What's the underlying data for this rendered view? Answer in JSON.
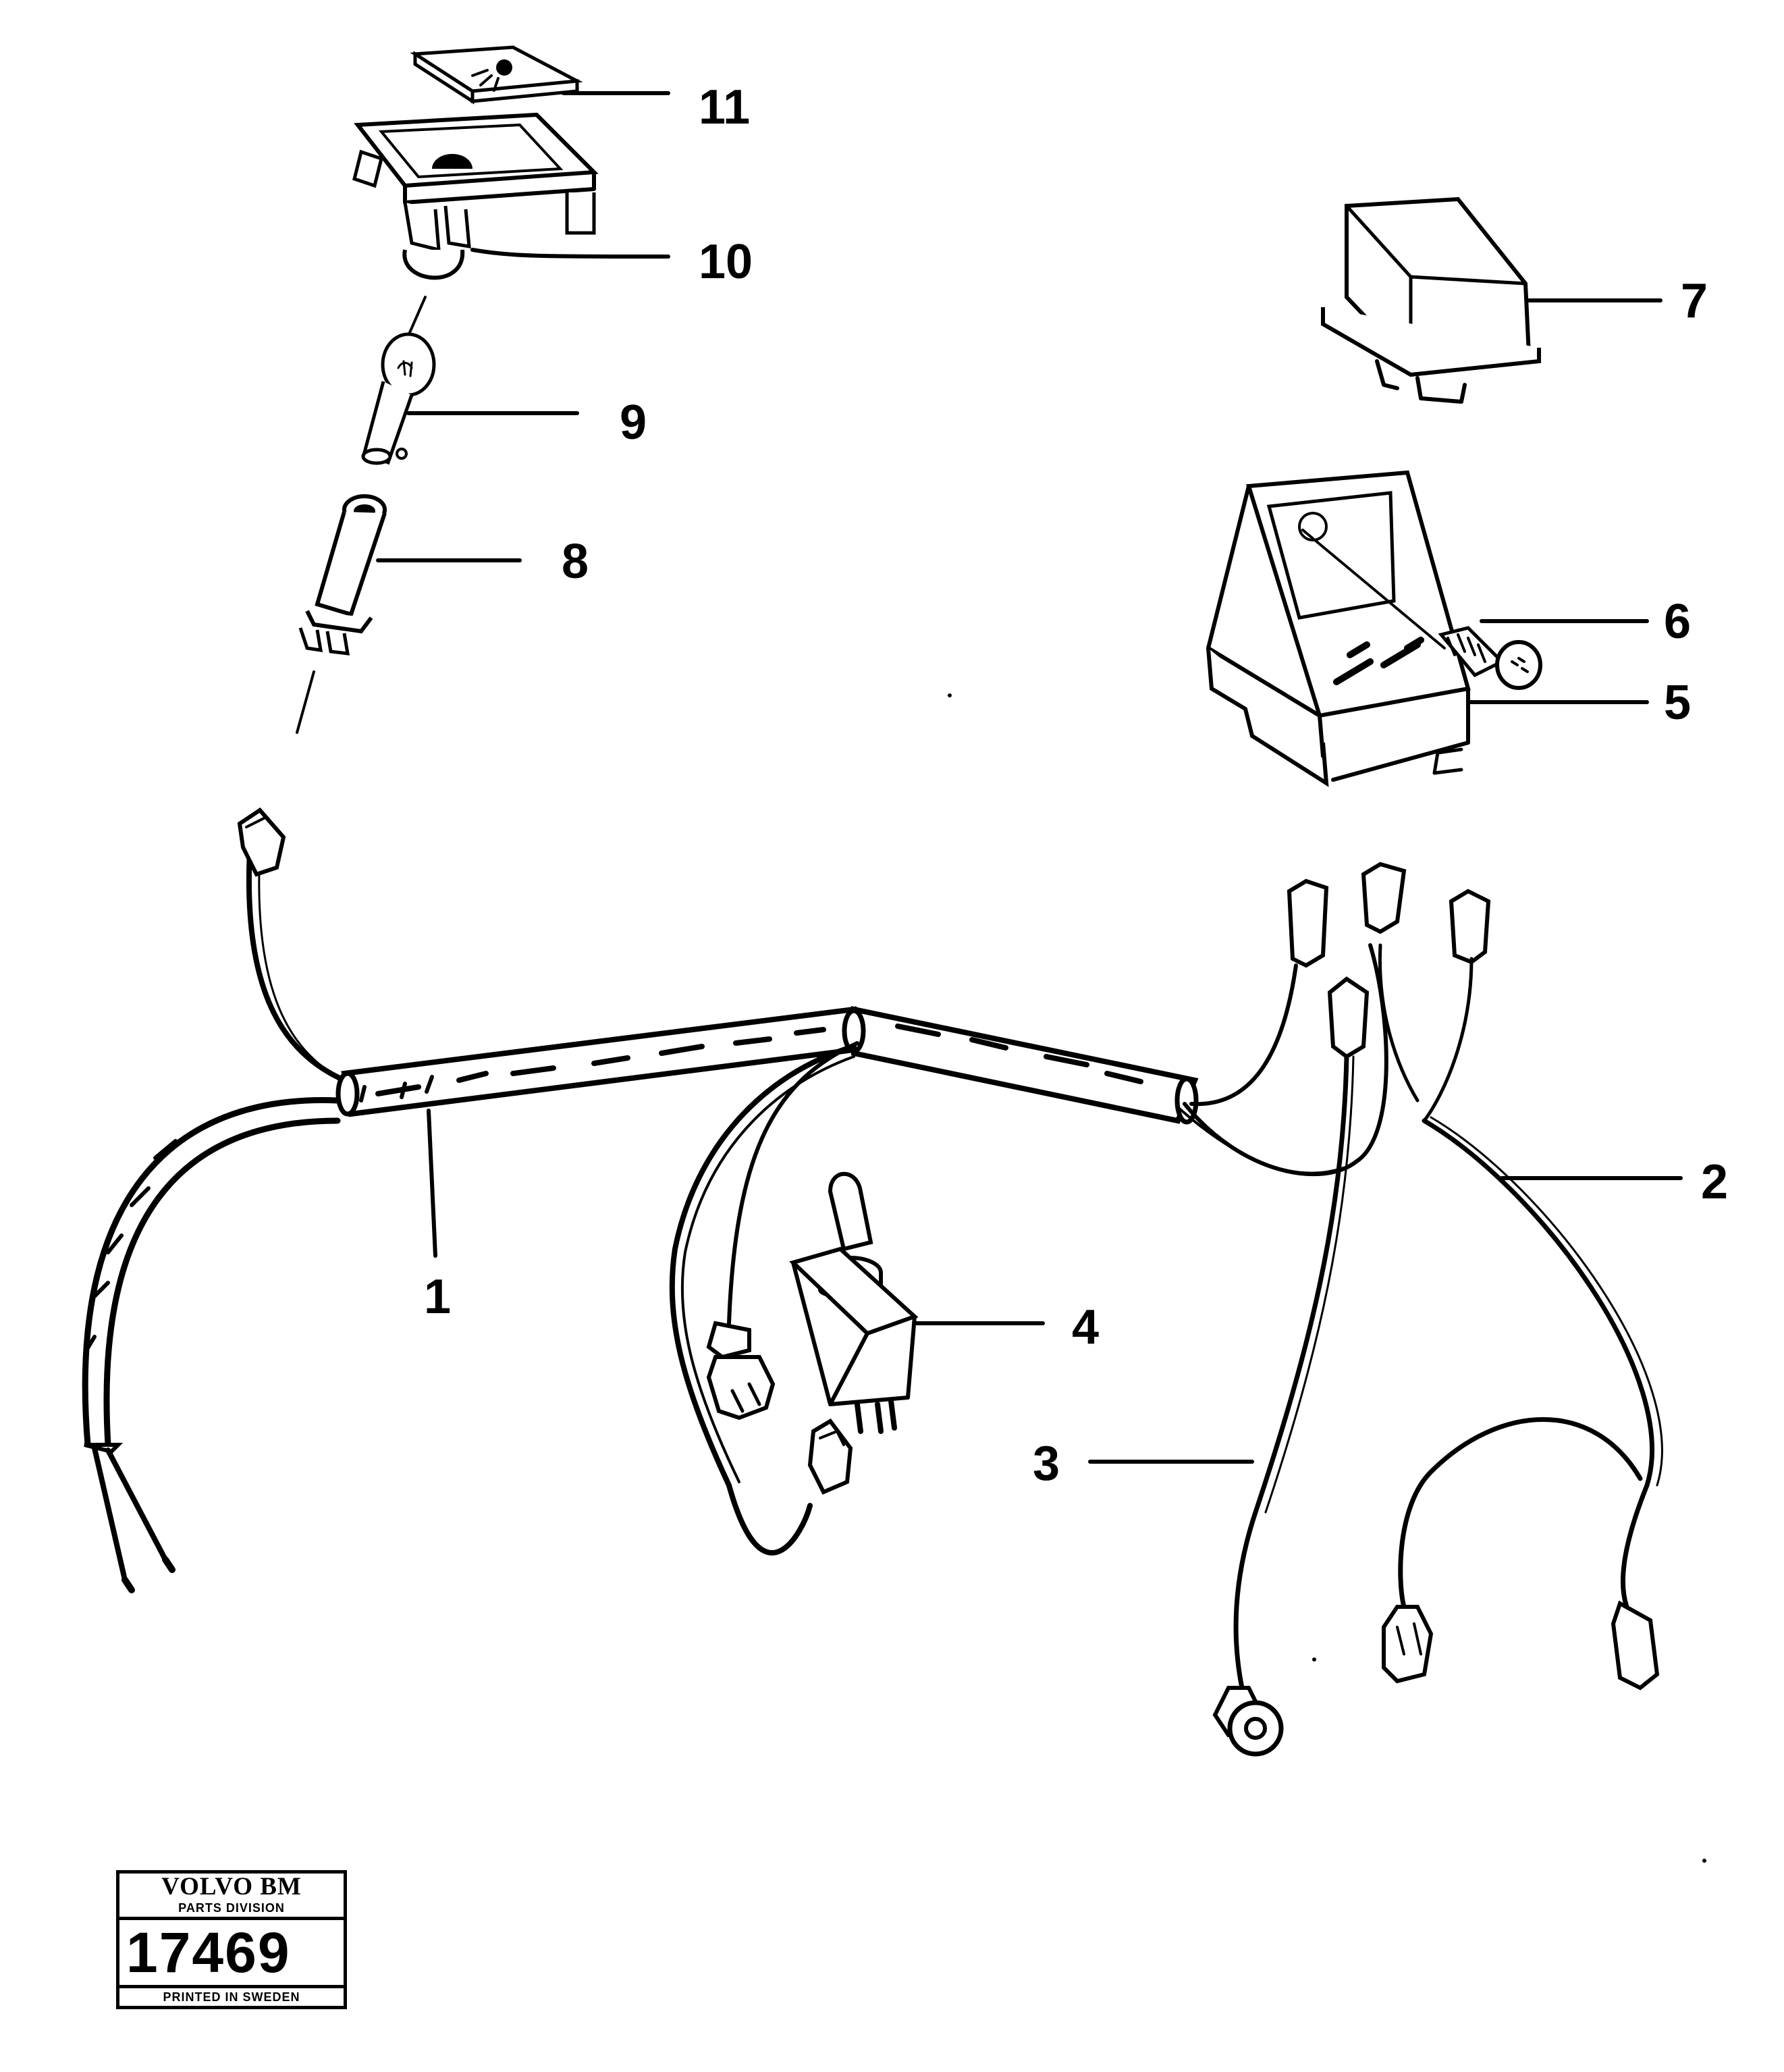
{
  "callouts": [
    {
      "id": "1",
      "label": "1"
    },
    {
      "id": "2",
      "label": "2"
    },
    {
      "id": "3",
      "label": "3"
    },
    {
      "id": "4",
      "label": "4"
    },
    {
      "id": "5",
      "label": "5"
    },
    {
      "id": "6",
      "label": "6"
    },
    {
      "id": "7",
      "label": "7"
    },
    {
      "id": "8",
      "label": "8"
    },
    {
      "id": "9",
      "label": "9"
    },
    {
      "id": "10",
      "label": "10"
    },
    {
      "id": "11",
      "label": "11"
    }
  ],
  "stamp": {
    "brand": "VOLVO BM",
    "division": "PARTS DIVISION",
    "number": "17469",
    "printed": "PRINTED IN SWEDEN"
  }
}
